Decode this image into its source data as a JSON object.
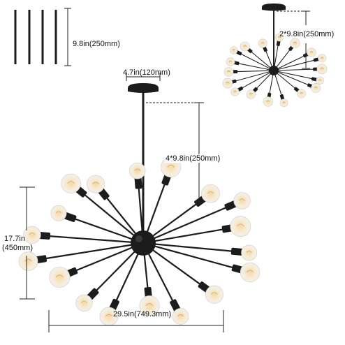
{
  "colors": {
    "fixture": "#1c1c1c",
    "bulb_glass": "#f3f1ec",
    "bulb_glow": "#f6d9a3",
    "dimension_line": "#222222",
    "background": "#ffffff"
  },
  "dimensions": {
    "rod_length": "9.8in(250mm)",
    "canopy_width": "4.7in(120mm)",
    "main_rods": "4*9.8in(250mm)",
    "short_rods": "2*9.8in(250mm)",
    "height_in": "17.7in",
    "height_mm": "(450mm)",
    "width": "29.5in(749.3mm)"
  },
  "product": {
    "rod_count": 4,
    "arm_count": 18
  }
}
